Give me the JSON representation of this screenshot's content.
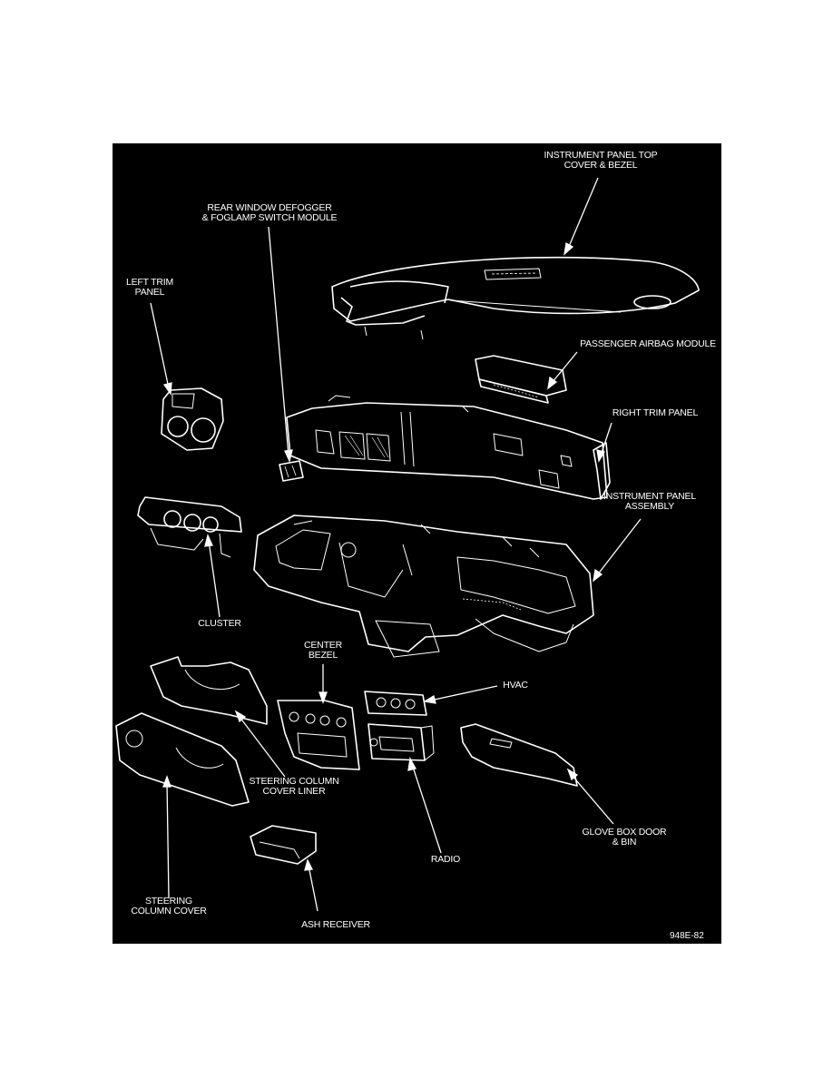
{
  "colors": {
    "background": "#000000",
    "ink": "#ffffff",
    "page": "#ffffff"
  },
  "figure_code": "948E-82",
  "labels": {
    "top_cover": [
      "INSTRUMENT PANEL TOP",
      "COVER & BEZEL"
    ],
    "defogger": [
      "REAR WINDOW DEFOGGER",
      "& FOGLAMP SWITCH MODULE"
    ],
    "left_trim": [
      "LEFT TRIM",
      "PANEL"
    ],
    "airbag": [
      "PASSENGER AIRBAG MODULE"
    ],
    "right_trim": [
      "RIGHT TRIM PANEL"
    ],
    "ip_assembly": [
      "INSTRUMENT PANEL",
      "ASSEMBLY"
    ],
    "cluster": [
      "CLUSTER"
    ],
    "center_bezel": [
      "CENTER",
      "BEZEL"
    ],
    "hvac": [
      "HVAC"
    ],
    "steering_liner": [
      "STEERING COLUMN",
      "COVER LINER"
    ],
    "glove_box": [
      "GLOVE BOX DOOR",
      "& BIN"
    ],
    "radio": [
      "RADIO"
    ],
    "steering_cover": [
      "STEERING",
      "COLUMN COVER"
    ],
    "ash_receiver": [
      "ASH RECEIVER"
    ]
  }
}
